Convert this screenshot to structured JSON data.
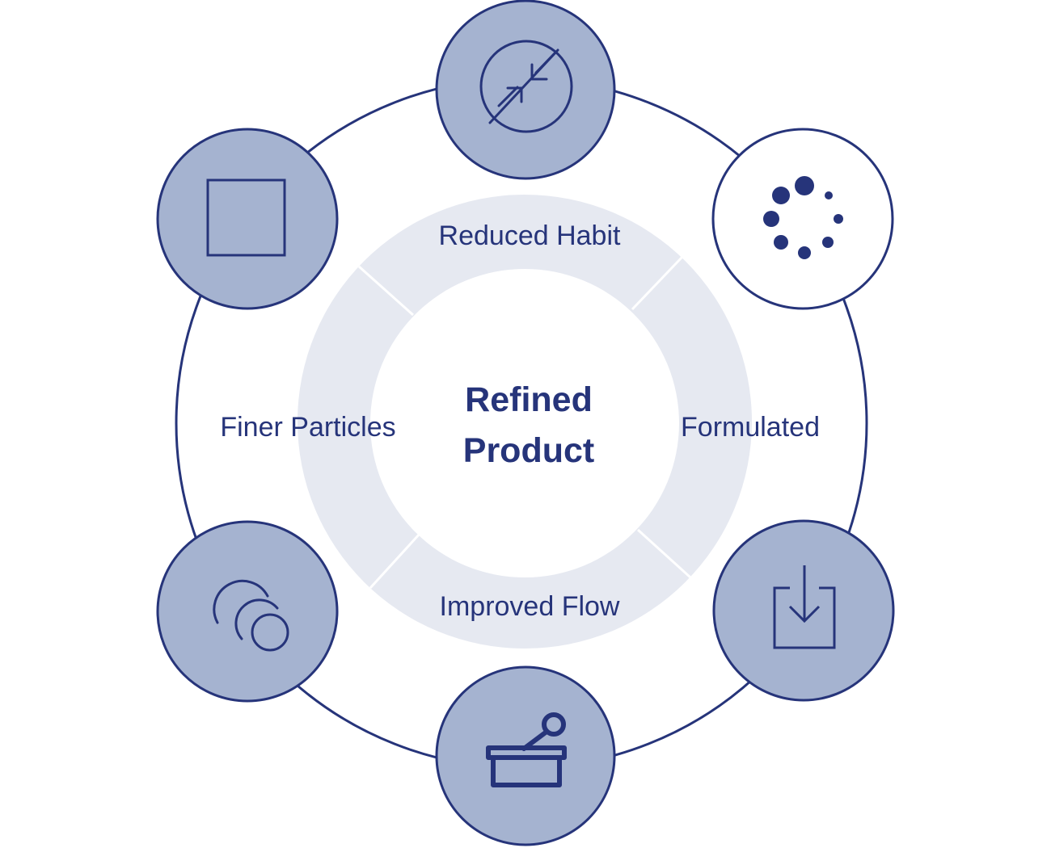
{
  "colors": {
    "navy": "#26347a",
    "node_fill": "#a5b3d0",
    "node_fill_white": "#ffffff",
    "band": "#e6e9f1"
  },
  "center": {
    "line1": "Refined",
    "line2": "Product"
  },
  "segments": [
    {
      "label": "Reduced Habit"
    },
    {
      "label": "Formulated"
    },
    {
      "label": "Improved Flow"
    },
    {
      "label": "Finer Particles"
    }
  ],
  "nodes": [
    {
      "icon": "compress-arrows-icon"
    },
    {
      "icon": "loading-dots-icon"
    },
    {
      "icon": "download-tray-icon"
    },
    {
      "icon": "mortar-pestle-icon"
    },
    {
      "icon": "overlapping-circles-icon"
    },
    {
      "icon": "square-icon"
    }
  ]
}
